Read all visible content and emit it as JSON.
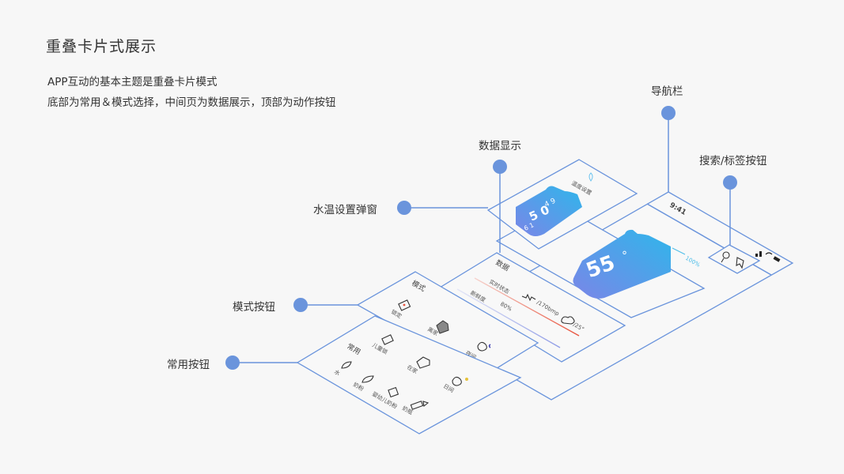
{
  "title": "重叠卡片式展示",
  "description": [
    "APP互动的基本主题是重叠卡片模式",
    "底部为常用＆模式选择，中间页为数据展示，顶部为动作按钮"
  ],
  "callouts": {
    "nav_bar": "导航栏",
    "data_display": "数据显示",
    "search_tag": "搜索/标签按钮",
    "water_temp_popup": "水温设置弹窗",
    "mode_buttons": "模式按钮",
    "common_buttons": "常用按钮"
  },
  "phone": {
    "status_time": "9:41",
    "temperature": "55",
    "degree": "°",
    "level": "100%"
  },
  "popup": {
    "title": "温度设置",
    "digits_top": "4  9",
    "digits_mid": "5  0",
    "digits_bot": "6  1"
  },
  "data_card": {
    "title": "数据",
    "row1_label": "实时状态",
    "row1_value": "/170bmp",
    "row2_label": "新鲜度",
    "row2_value": "80%",
    "row3_value": "/25°"
  },
  "mode_card": {
    "title": "模式",
    "items": [
      "锁定",
      "离家",
      "夜间"
    ]
  },
  "common_card": {
    "title": "常用",
    "items": [
      "水",
      "奶粉",
      "儿童锁",
      "在家",
      "婴幼儿奶粉",
      "日间",
      "奶瓶"
    ]
  },
  "colors": {
    "accent": "#6a94dc",
    "gradient_start": "#7a86e8",
    "gradient_end": "#2fb6ea",
    "alert": "#e8513b"
  }
}
